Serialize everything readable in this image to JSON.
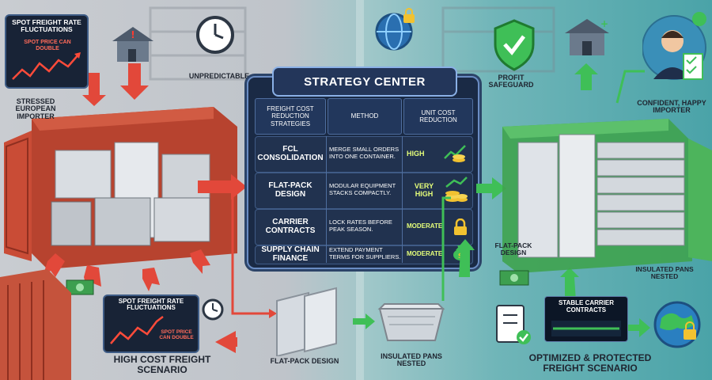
{
  "left_panel": {
    "chart_title": "SPOT FREIGHT RATE FLUCTUATIONS",
    "chart_note": "SPOT PRICE CAN DOUBLE",
    "unpredictable_label": "UNPREDICTABLE",
    "importer_label": "STRESSED EUROPEAN IMPORTER",
    "scenario_title": "HIGH COST FREIGHT SCENARIO",
    "bottom_chart_title": "SPOT FREIGHT RATE FLUCTUATIONS",
    "bottom_chart_note": "SPOT PRICE CAN DOUBLE"
  },
  "strategy_center": {
    "title": "STRATEGY CENTER",
    "headers": [
      "FREIGHT COST REDUCTION STRATEGIES",
      "METHOD",
      "UNIT COST REDUCTION"
    ],
    "rows": [
      {
        "strategy": "FCL CONSOLIDATION",
        "method": "MERGE SMALL ORDERS INTO ONE CONTAINER.",
        "reduction": "HIGH"
      },
      {
        "strategy": "FLAT-PACK DESIGN",
        "method": "MODULAR EQUIPMENT STACKS COMPACTLY.",
        "reduction": "VERY HIGH"
      },
      {
        "strategy": "CARRIER CONTRACTS",
        "method": "LOCK RATES BEFORE PEAK SEASON.",
        "reduction": "MODERATE"
      },
      {
        "strategy": "SUPPLY CHAIN FINANCE",
        "method": "EXTEND PAYMENT TERMS FOR SUPPLIERS.",
        "reduction": "MODERATE"
      }
    ]
  },
  "center": {
    "flatpack_label": "FLAT-PACK DESIGN",
    "pans_label": "INSULATED PANS NESTED"
  },
  "right_panel": {
    "profit_label": "PROFIT SAFEGUARD",
    "importer_label": "CONFIDENT, HAPPY IMPORTER",
    "flatpack_label": "FLAT-PACK DESIGN",
    "pans_label": "INSULATED PANS NESTED",
    "contracts_label": "STABLE CARRIER CONTRACTS",
    "scenario_title": "OPTIMIZED & PROTECTED FREIGHT SCENARIO"
  },
  "colors": {
    "red_arrow": "#e2483a",
    "green_arrow": "#3fbf57",
    "table_bg": "#1a2a45"
  }
}
